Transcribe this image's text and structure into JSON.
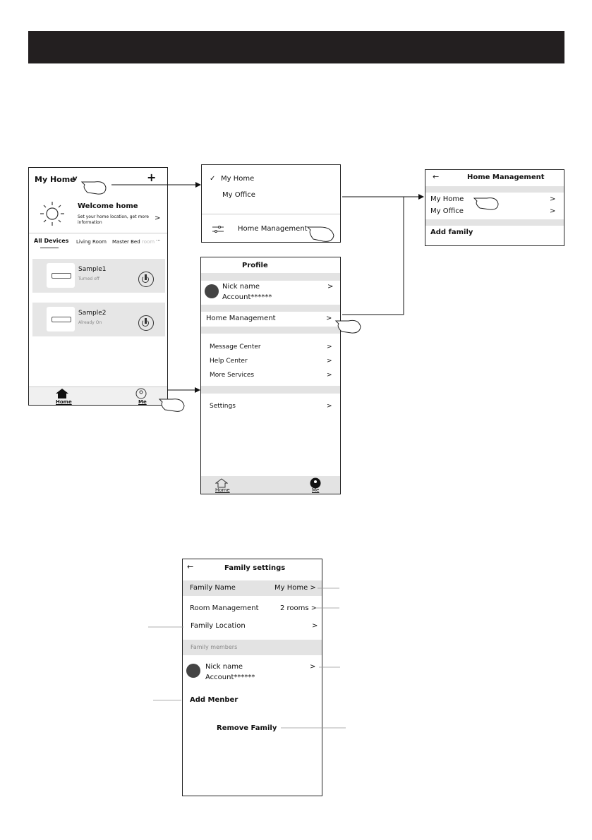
{
  "screen1": {
    "title": "My Home",
    "chevron": "v",
    "add": "+",
    "welcome_title": "Welcome home",
    "welcome_sub1": "Set your home location, get more",
    "welcome_sub2": "information",
    "welcome_arrow": ">",
    "tabs": [
      "All Devices",
      "Living Room",
      "Master Bed",
      "room",
      "···"
    ],
    "devices": [
      {
        "name": "Sample1",
        "status": "Turned off"
      },
      {
        "name": "Sample2",
        "status": "Already On"
      }
    ],
    "nav": {
      "home": "Home",
      "me": "Me"
    }
  },
  "dropdown": {
    "check": "✓",
    "items": [
      "My Home",
      "My  Office"
    ],
    "manage": "Home Management"
  },
  "home_mgmt": {
    "back": "←",
    "title": "Home Management",
    "items": [
      {
        "label": "My Home",
        "arrow": ">"
      },
      {
        "label": "My  Office",
        "arrow": ">"
      }
    ],
    "add": "Add family"
  },
  "profile": {
    "title": "Profile",
    "nick": "Nick name",
    "account": "Account******",
    "arrow": ">",
    "home_mgmt": "Home Management",
    "menu": [
      "Message Center",
      "Help Center",
      "More Services"
    ],
    "settings": "Settings",
    "nav": {
      "home": "Home",
      "me": "Me"
    }
  },
  "family": {
    "back": "←",
    "title": "Family settings",
    "name_label": "Family Name",
    "name_value": "My Home >",
    "room_label": "Room Management",
    "room_value": "2 rooms >",
    "location_label": "Family Location",
    "location_arrow": ">",
    "members_header": "Family members",
    "nick": "Nick name",
    "account": "Account******",
    "member_arrow": ">",
    "add_member": "Add Menber",
    "remove": "Remove Family"
  },
  "colors": {
    "topbar": "#231f20",
    "separator": "#e3e3e3",
    "card": "#e6e6e6"
  }
}
